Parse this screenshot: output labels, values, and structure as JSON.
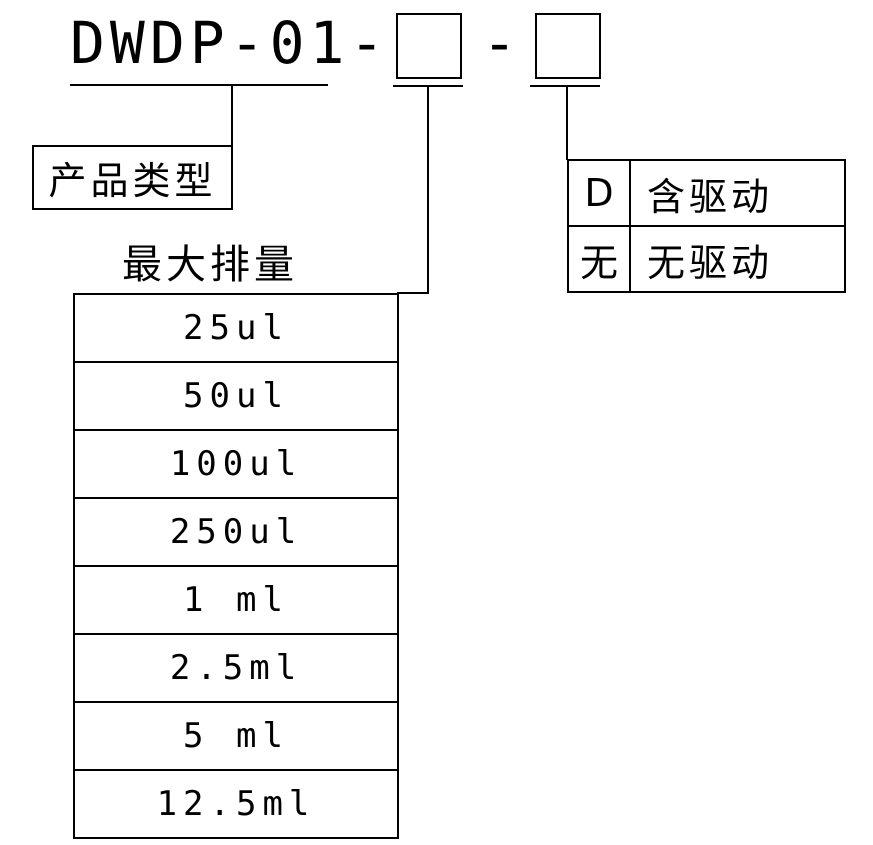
{
  "model": {
    "prefix": "DWDP-01-",
    "separator": "-"
  },
  "product_type": {
    "label": "产品类型"
  },
  "displacement": {
    "title": "最大排量",
    "options": [
      "25ul",
      "50ul",
      "100ul",
      "250ul",
      "1 ml",
      "2.5ml",
      "5 ml",
      "12.5ml"
    ]
  },
  "drive": {
    "rows": [
      {
        "code": "D",
        "desc": "含驱动"
      },
      {
        "code": "无",
        "desc": "无驱动"
      }
    ]
  }
}
